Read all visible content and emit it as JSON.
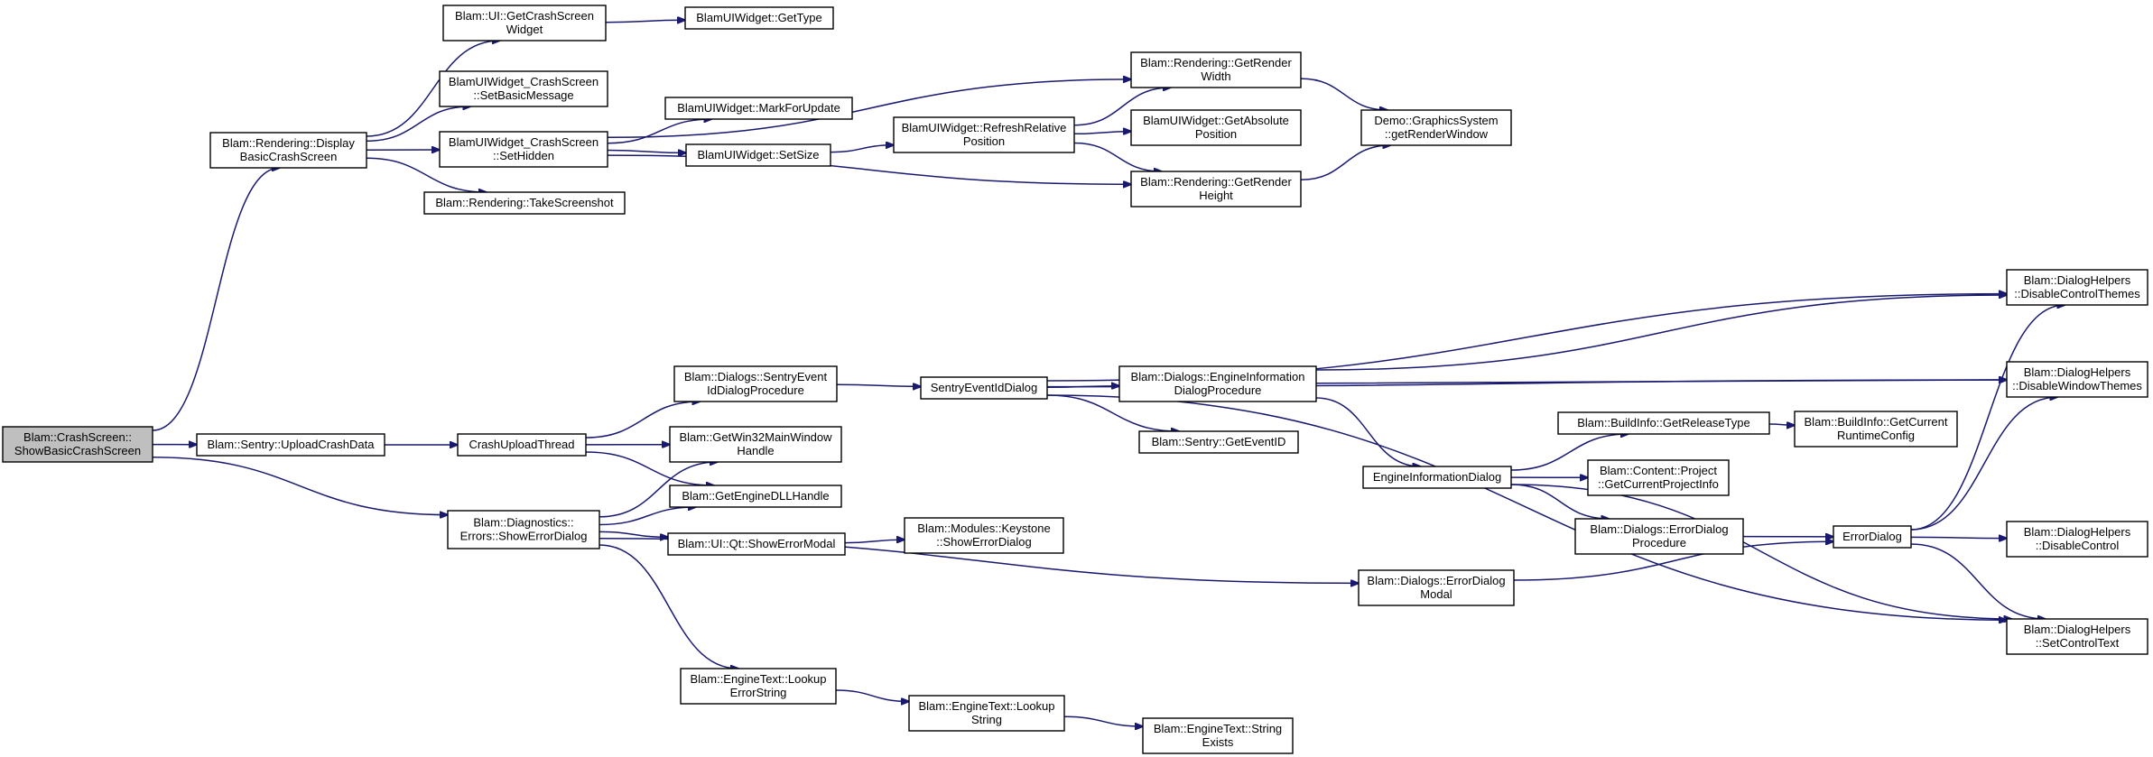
{
  "diagram": {
    "type": "call-graph",
    "colors": {
      "edge": "#191970",
      "node_border": "#000000",
      "node_fill": "#ffffff",
      "root_fill": "#bfbfbf"
    },
    "nodes": [
      {
        "id": "root",
        "lines": [
          "Blam::CrashScreen::",
          "ShowBasicCrashScreen"
        ],
        "root": true
      },
      {
        "id": "display",
        "lines": [
          "Blam::Rendering::Display",
          "BasicCrashScreen"
        ]
      },
      {
        "id": "getcrash",
        "lines": [
          "Blam::UI::GetCrashScreen",
          "Widget"
        ]
      },
      {
        "id": "gettype",
        "lines": [
          "BlamUIWidget::GetType"
        ]
      },
      {
        "id": "setbasic",
        "lines": [
          "BlamUIWidget_CrashScreen",
          "::SetBasicMessage"
        ]
      },
      {
        "id": "sethidden",
        "lines": [
          "BlamUIWidget_CrashScreen",
          "::SetHidden"
        ]
      },
      {
        "id": "takeshot",
        "lines": [
          "Blam::Rendering::TakeScreenshot"
        ]
      },
      {
        "id": "markupdate",
        "lines": [
          "BlamUIWidget::MarkForUpdate"
        ]
      },
      {
        "id": "setsize",
        "lines": [
          "BlamUIWidget::SetSize"
        ]
      },
      {
        "id": "refresh",
        "lines": [
          "BlamUIWidget::RefreshRelative",
          "Position"
        ]
      },
      {
        "id": "renderwidth",
        "lines": [
          "Blam::Rendering::GetRender",
          "Width"
        ]
      },
      {
        "id": "absolute",
        "lines": [
          "BlamUIWidget::GetAbsolute",
          "Position"
        ]
      },
      {
        "id": "renderheight",
        "lines": [
          "Blam::Rendering::GetRender",
          "Height"
        ]
      },
      {
        "id": "renderwindow",
        "lines": [
          "Demo::GraphicsSystem",
          "::getRenderWindow"
        ]
      },
      {
        "id": "upload",
        "lines": [
          "Blam::Sentry::UploadCrashData"
        ]
      },
      {
        "id": "crashthread",
        "lines": [
          "CrashUploadThread"
        ]
      },
      {
        "id": "sentryproc",
        "lines": [
          "Blam::Dialogs::SentryEvent",
          "IdDialogProcedure"
        ]
      },
      {
        "id": "sentrydlg",
        "lines": [
          "SentryEventIdDialog"
        ]
      },
      {
        "id": "getwin32",
        "lines": [
          "Blam::GetWin32MainWindow",
          "Handle"
        ]
      },
      {
        "id": "getdll",
        "lines": [
          "Blam::GetEngineDLLHandle"
        ]
      },
      {
        "id": "showerror",
        "lines": [
          "Blam::Diagnostics::",
          "Errors::ShowErrorDialog"
        ]
      },
      {
        "id": "qtmodal",
        "lines": [
          "Blam::UI::Qt::ShowErrorModal"
        ]
      },
      {
        "id": "keystone",
        "lines": [
          "Blam::Modules::Keystone",
          "::ShowErrorDialog"
        ]
      },
      {
        "id": "engineproc",
        "lines": [
          "Blam::Dialogs::EngineInformation",
          "DialogProcedure"
        ]
      },
      {
        "id": "geteventid",
        "lines": [
          "Blam::Sentry::GetEventID"
        ]
      },
      {
        "id": "enginedlg",
        "lines": [
          "EngineInformationDialog"
        ]
      },
      {
        "id": "releasetype",
        "lines": [
          "Blam::BuildInfo::GetReleaseType"
        ]
      },
      {
        "id": "runtimecfg",
        "lines": [
          "Blam::BuildInfo::GetCurrent",
          "RuntimeConfig"
        ]
      },
      {
        "id": "projectinfo",
        "lines": [
          "Blam::Content::Project",
          "::GetCurrentProjectInfo"
        ]
      },
      {
        "id": "errorproc",
        "lines": [
          "Blam::Dialogs::ErrorDialog",
          "Procedure"
        ]
      },
      {
        "id": "errordlg",
        "lines": [
          "ErrorDialog"
        ]
      },
      {
        "id": "errormodal",
        "lines": [
          "Blam::Dialogs::ErrorDialog",
          "Modal"
        ]
      },
      {
        "id": "disablethemes",
        "lines": [
          "Blam::DialogHelpers",
          "::DisableControlThemes"
        ]
      },
      {
        "id": "disablewinthemes",
        "lines": [
          "Blam::DialogHelpers",
          "::DisableWindowThemes"
        ]
      },
      {
        "id": "disablecontrol",
        "lines": [
          "Blam::DialogHelpers",
          "::DisableControl"
        ]
      },
      {
        "id": "setcontroltext",
        "lines": [
          "Blam::DialogHelpers",
          "::SetControlText"
        ]
      },
      {
        "id": "lookuperr",
        "lines": [
          "Blam::EngineText::Lookup",
          "ErrorString"
        ]
      },
      {
        "id": "lookupstr",
        "lines": [
          "Blam::EngineText::Lookup",
          "String"
        ]
      },
      {
        "id": "strexists",
        "lines": [
          "Blam::EngineText::String",
          "Exists"
        ]
      }
    ],
    "edges": [
      {
        "from": "root",
        "to": "display"
      },
      {
        "from": "root",
        "to": "upload"
      },
      {
        "from": "root",
        "to": "showerror"
      },
      {
        "from": "display",
        "to": "getcrash"
      },
      {
        "from": "display",
        "to": "setbasic"
      },
      {
        "from": "display",
        "to": "sethidden"
      },
      {
        "from": "display",
        "to": "takeshot"
      },
      {
        "from": "getcrash",
        "to": "gettype"
      },
      {
        "from": "sethidden",
        "to": "renderwidth"
      },
      {
        "from": "sethidden",
        "to": "markupdate"
      },
      {
        "from": "sethidden",
        "to": "setsize"
      },
      {
        "from": "sethidden",
        "to": "renderheight"
      },
      {
        "from": "setsize",
        "to": "refresh"
      },
      {
        "from": "refresh",
        "to": "renderwidth"
      },
      {
        "from": "refresh",
        "to": "absolute"
      },
      {
        "from": "refresh",
        "to": "renderheight"
      },
      {
        "from": "renderwidth",
        "to": "renderwindow"
      },
      {
        "from": "renderheight",
        "to": "renderwindow"
      },
      {
        "from": "upload",
        "to": "crashthread"
      },
      {
        "from": "crashthread",
        "to": "sentryproc"
      },
      {
        "from": "crashthread",
        "to": "getwin32"
      },
      {
        "from": "crashthread",
        "to": "getdll"
      },
      {
        "from": "sentryproc",
        "to": "sentrydlg"
      },
      {
        "from": "sentrydlg",
        "to": "disablethemes"
      },
      {
        "from": "sentrydlg",
        "to": "disablewinthemes"
      },
      {
        "from": "sentrydlg",
        "to": "engineproc"
      },
      {
        "from": "sentrydlg",
        "to": "geteventid"
      },
      {
        "from": "sentrydlg",
        "to": "setcontroltext"
      },
      {
        "from": "engineproc",
        "to": "disablethemes"
      },
      {
        "from": "engineproc",
        "to": "disablewinthemes"
      },
      {
        "from": "engineproc",
        "to": "enginedlg"
      },
      {
        "from": "enginedlg",
        "to": "releasetype"
      },
      {
        "from": "enginedlg",
        "to": "projectinfo"
      },
      {
        "from": "enginedlg",
        "to": "errorproc"
      },
      {
        "from": "enginedlg",
        "to": "setcontroltext"
      },
      {
        "from": "releasetype",
        "to": "runtimecfg"
      },
      {
        "from": "errorproc",
        "to": "errordlg"
      },
      {
        "from": "errordlg",
        "to": "disablethemes"
      },
      {
        "from": "errordlg",
        "to": "disablewinthemes"
      },
      {
        "from": "errordlg",
        "to": "disablecontrol"
      },
      {
        "from": "errordlg",
        "to": "setcontroltext"
      },
      {
        "from": "showerror",
        "to": "getwin32"
      },
      {
        "from": "showerror",
        "to": "getdll"
      },
      {
        "from": "showerror",
        "to": "qtmodal"
      },
      {
        "from": "showerror",
        "to": "errormodal"
      },
      {
        "from": "showerror",
        "to": "lookuperr"
      },
      {
        "from": "qtmodal",
        "to": "keystone"
      },
      {
        "from": "errormodal",
        "to": "errordlg"
      },
      {
        "from": "lookuperr",
        "to": "lookupstr"
      },
      {
        "from": "lookupstr",
        "to": "strexists"
      }
    ]
  }
}
